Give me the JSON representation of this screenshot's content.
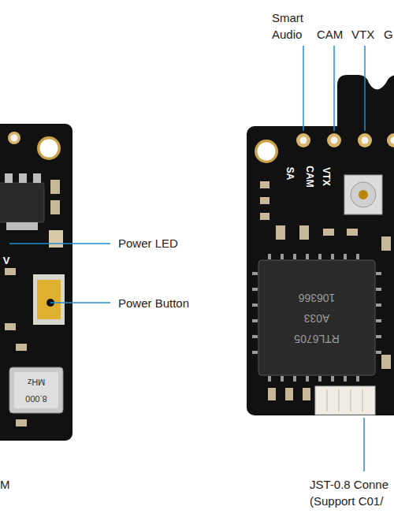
{
  "diagram": {
    "labels": [
      "Smart Audio",
      "CAM",
      "VTX",
      "G",
      "Power LED",
      "Power Button",
      "SA",
      "CAM",
      "VTX",
      "V",
      "RTL6705",
      "A033",
      "106366",
      "MHz",
      "8.000",
      "M",
      "JST-0.8 Conne (Support C01/"
    ]
  }
}
